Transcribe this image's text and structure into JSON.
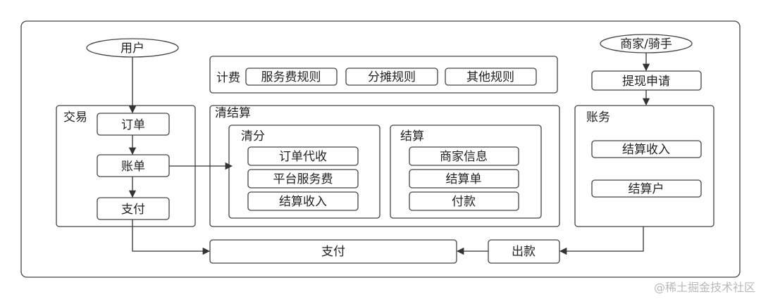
{
  "nodes": {
    "user": "用户",
    "merchant_rider": "商家/骑手",
    "withdraw_request": "提现申请",
    "order": "订单",
    "bill": "账单",
    "pay_left": "支付",
    "pay_bottom": "支付",
    "payout": "出款"
  },
  "billing": {
    "label": "计费",
    "rules": [
      "服务费规则",
      "分摊规则",
      "其他规则"
    ]
  },
  "groups": {
    "trade": "交易",
    "clearing_settlement": "清结算",
    "clearing": "清分",
    "settlement": "结算",
    "account": "账务"
  },
  "clearing_items": [
    "订单代收",
    "平台服务费",
    "结算收入"
  ],
  "settlement_items": [
    "商家信息",
    "结算单",
    "付款"
  ],
  "account_items": [
    "结算收入",
    "结算户"
  ],
  "watermark": "@稀土掘金技术社区",
  "colors": {
    "stroke": "#444444",
    "text": "#222222",
    "watermark": "#b9b9b9"
  }
}
